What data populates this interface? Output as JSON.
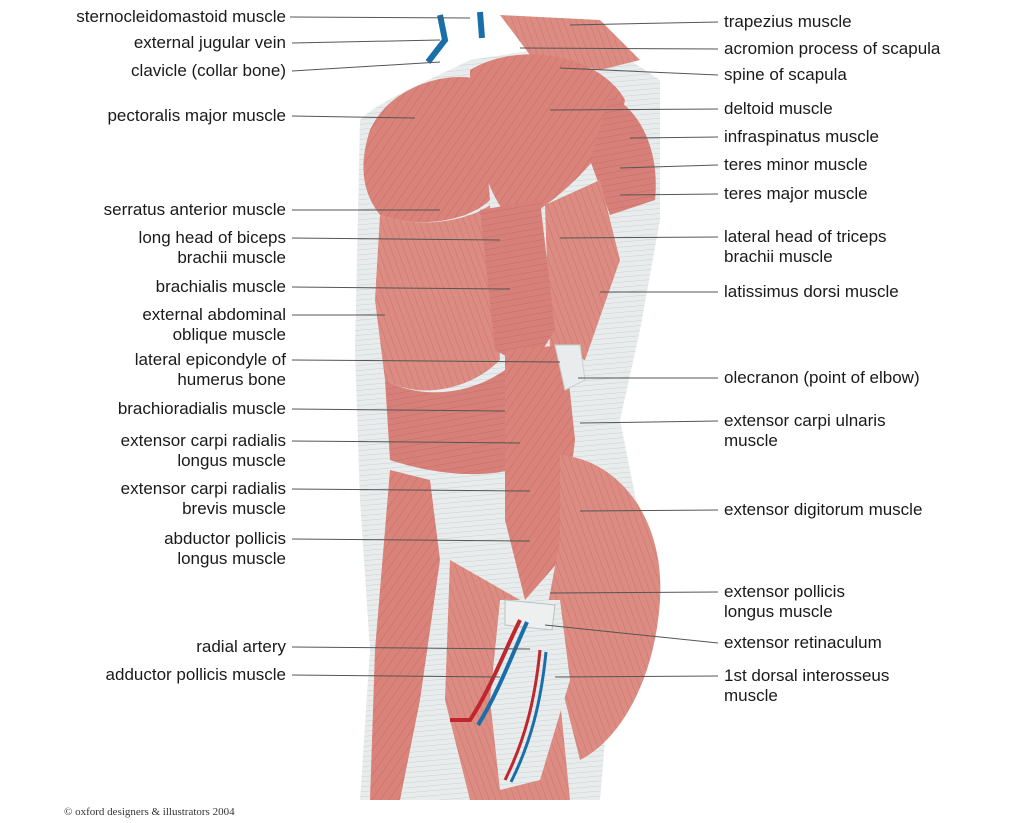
{
  "colors": {
    "muscle": "#d9837a",
    "muscle_dark": "#b8574f",
    "muscle_light": "#e9a59b",
    "tendon": "#e5e9ea",
    "vein": "#1b6fa8",
    "artery": "#c0272d",
    "leader": "#555555"
  },
  "labels_left": [
    {
      "name": "label-sternocleidomastoid-muscle",
      "lines": [
        "sternocleidomastoid muscle"
      ]
    },
    {
      "name": "label-external-jugular-vein",
      "lines": [
        "external jugular vein"
      ]
    },
    {
      "name": "label-clavicle",
      "lines": [
        "clavicle (collar bone)"
      ]
    },
    {
      "name": "label-pectoralis-major-muscle",
      "lines": [
        "pectoralis major muscle"
      ]
    },
    {
      "name": "label-serratus-anterior-muscle",
      "lines": [
        "serratus anterior muscle"
      ]
    },
    {
      "name": "label-long-head-of-biceps",
      "lines": [
        "long head of biceps",
        "brachii muscle"
      ]
    },
    {
      "name": "label-brachialis-muscle",
      "lines": [
        "brachialis muscle"
      ]
    },
    {
      "name": "label-external-abdominal-oblique",
      "lines": [
        "external abdominal",
        "oblique muscle"
      ]
    },
    {
      "name": "label-lateral-epicondyle",
      "lines": [
        "lateral epicondyle of",
        "humerus bone"
      ]
    },
    {
      "name": "label-brachioradialis-muscle",
      "lines": [
        "brachioradialis muscle"
      ]
    },
    {
      "name": "label-extensor-carpi-radialis-longus",
      "lines": [
        "extensor carpi radialis",
        "longus muscle"
      ]
    },
    {
      "name": "label-extensor-carpi-radialis-brevis",
      "lines": [
        "extensor carpi radialis",
        "brevis muscle"
      ]
    },
    {
      "name": "label-abductor-pollicis-longus",
      "lines": [
        "abductor pollicis",
        "longus muscle"
      ]
    },
    {
      "name": "label-radial-artery",
      "lines": [
        "radial artery"
      ]
    },
    {
      "name": "label-adductor-pollicis-muscle",
      "lines": [
        "adductor pollicis muscle"
      ]
    }
  ],
  "labels_right": [
    {
      "name": "label-trapezius-muscle",
      "lines": [
        "trapezius muscle"
      ]
    },
    {
      "name": "label-acromion-process",
      "lines": [
        "acromion process of scapula"
      ]
    },
    {
      "name": "label-spine-of-scapula",
      "lines": [
        "spine of scapula"
      ]
    },
    {
      "name": "label-deltoid-muscle",
      "lines": [
        "deltoid muscle"
      ]
    },
    {
      "name": "label-infraspinatus-muscle",
      "lines": [
        "infraspinatus muscle"
      ]
    },
    {
      "name": "label-teres-minor-muscle",
      "lines": [
        "teres minor muscle"
      ]
    },
    {
      "name": "label-teres-major-muscle",
      "lines": [
        "teres major muscle"
      ]
    },
    {
      "name": "label-lateral-head-of-triceps",
      "lines": [
        "lateral head of triceps",
        "brachii muscle"
      ]
    },
    {
      "name": "label-latissimus-dorsi-muscle",
      "lines": [
        "latissimus dorsi muscle"
      ]
    },
    {
      "name": "label-olecranon",
      "lines": [
        "olecranon (point of elbow)"
      ]
    },
    {
      "name": "label-extensor-carpi-ulnaris",
      "lines": [
        "extensor carpi ulnaris",
        "muscle"
      ]
    },
    {
      "name": "label-extensor-digitorum-muscle",
      "lines": [
        "extensor digitorum muscle"
      ]
    },
    {
      "name": "label-extensor-pollicis-longus",
      "lines": [
        "extensor pollicis",
        "longus muscle"
      ]
    },
    {
      "name": "label-extensor-retinaculum",
      "lines": [
        "extensor retinaculum"
      ]
    },
    {
      "name": "label-1st-dorsal-interosseus",
      "lines": [
        "1st dorsal interosseus",
        "muscle"
      ]
    }
  ],
  "copyright": "© oxford designers & illustrators 2004"
}
